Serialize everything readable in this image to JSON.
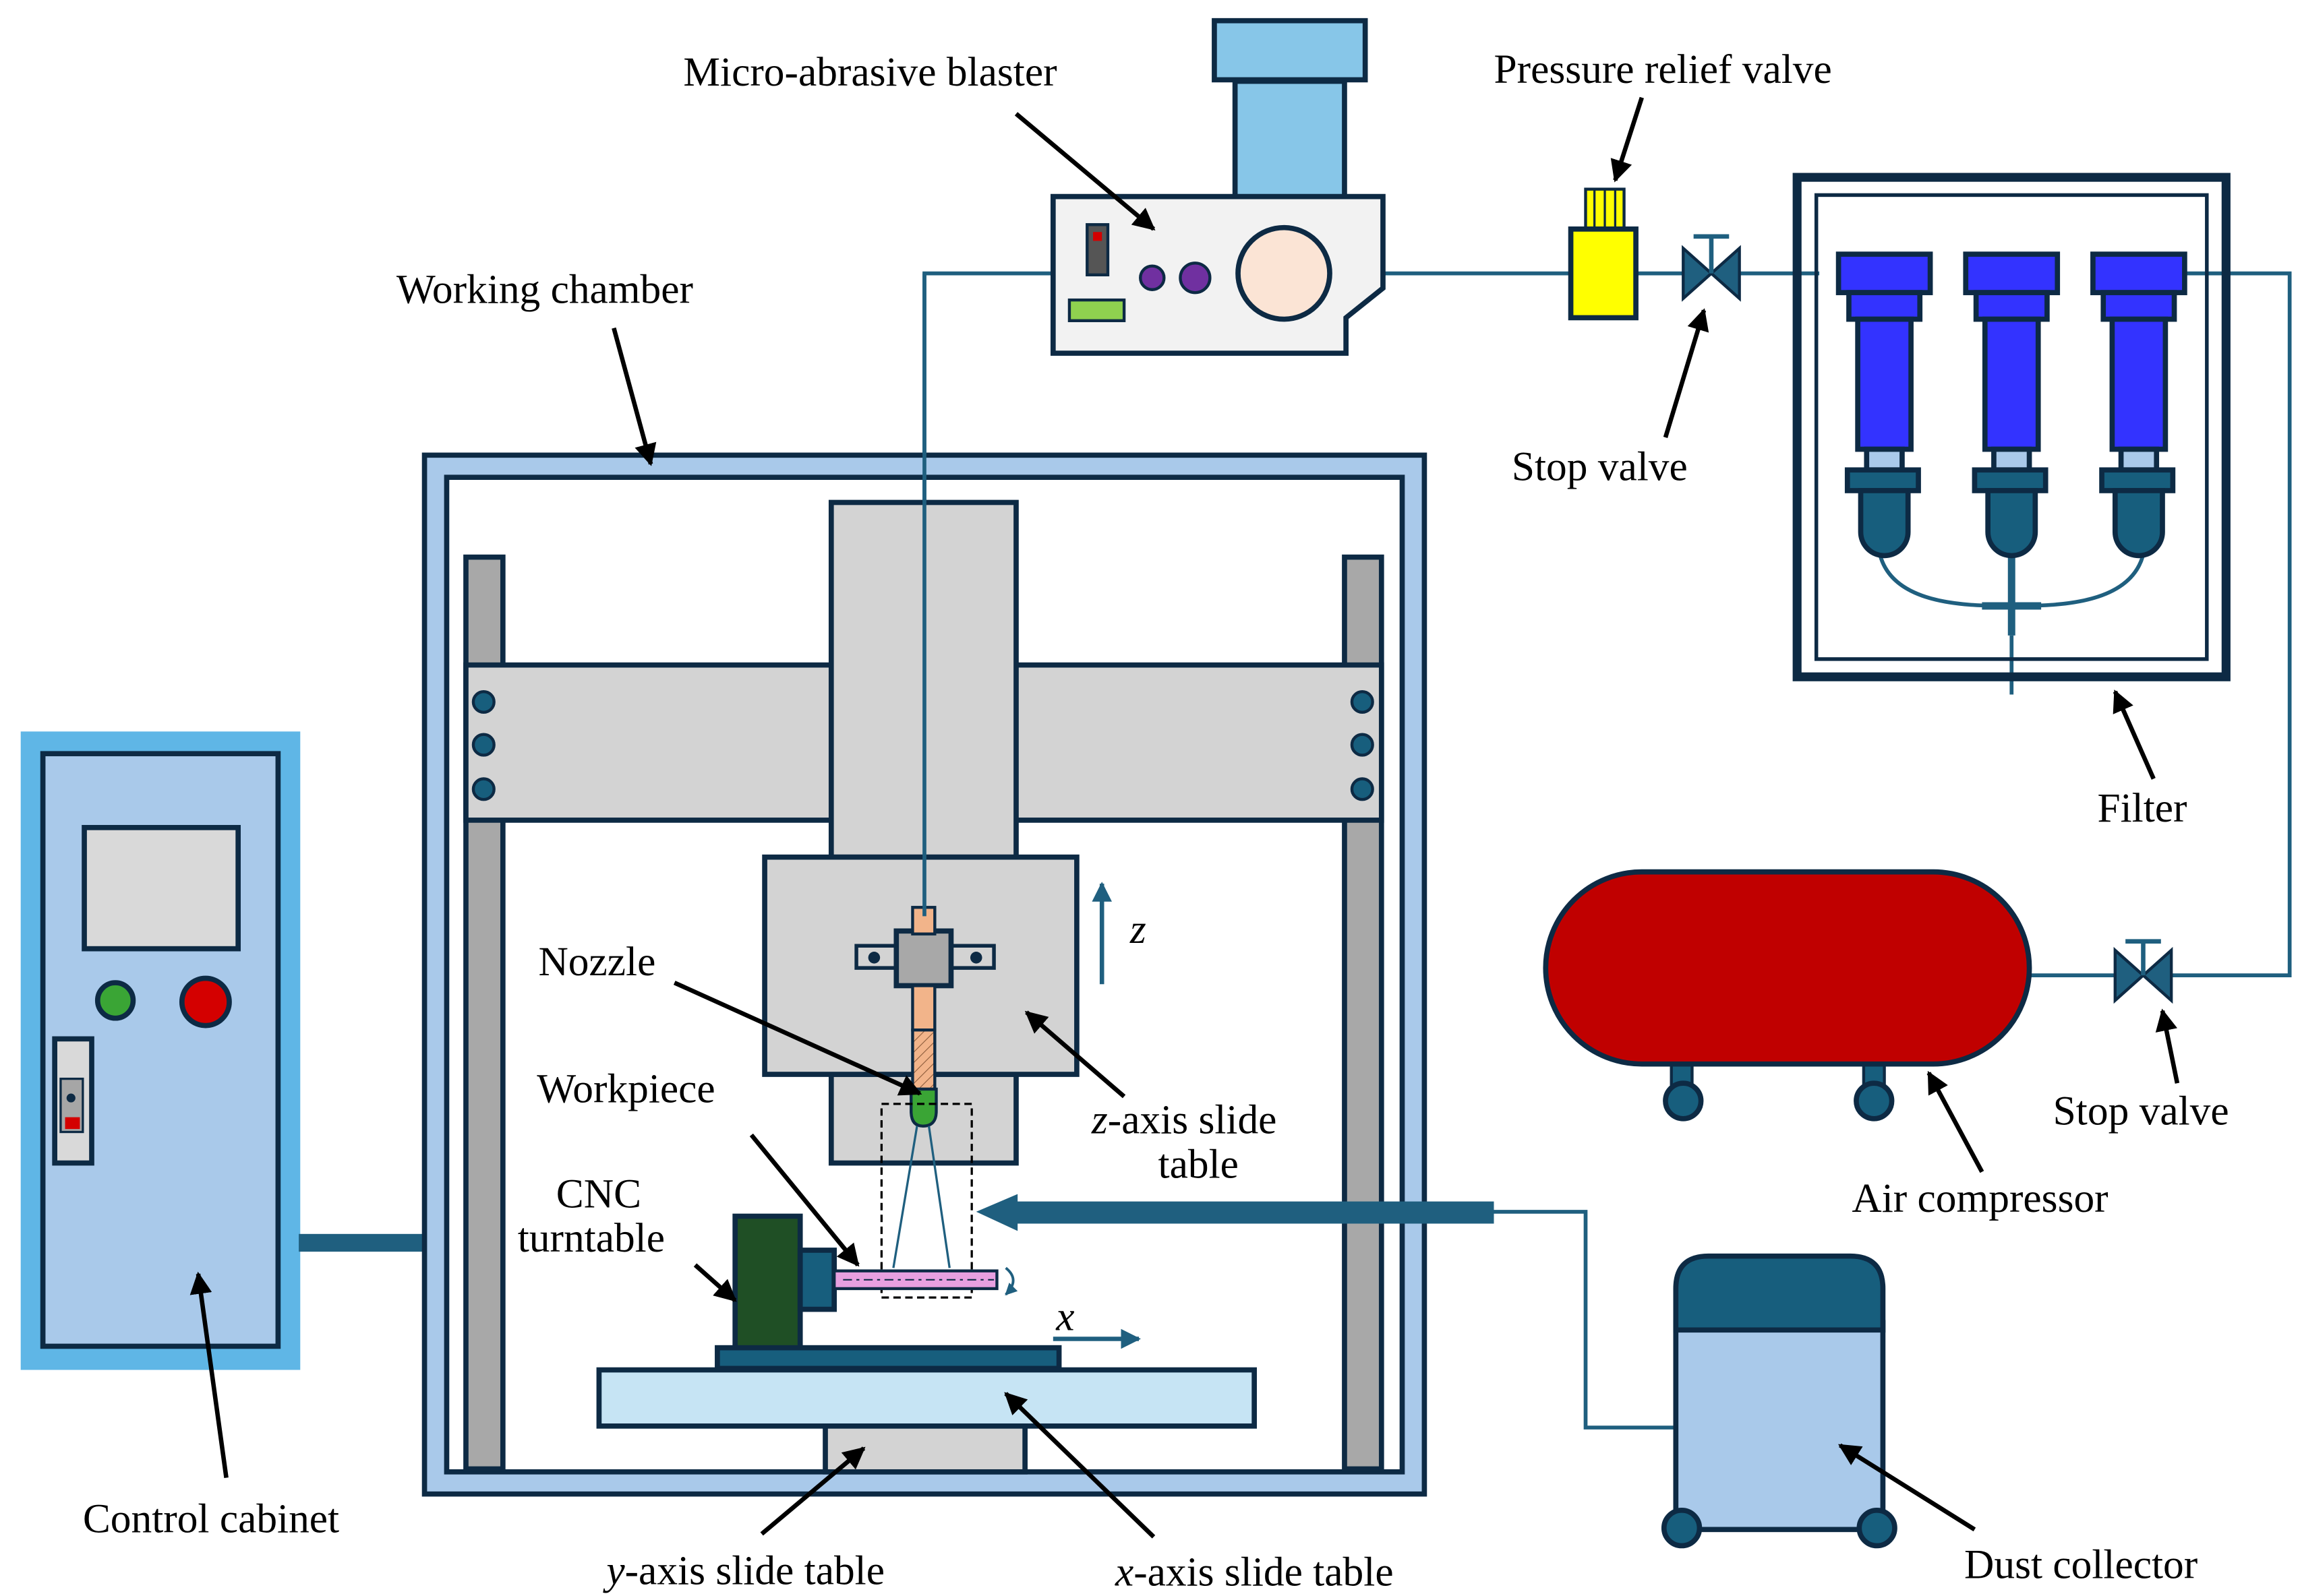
{
  "labels": {
    "micro_abrasive_blaster": "Micro-abrasive blaster",
    "pressure_relief_valve": "Pressure relief valve",
    "working_chamber": "Working chamber",
    "stop_valve_top": "Stop valve",
    "filter": "Filter",
    "nozzle": "Nozzle",
    "workpiece": "Workpiece",
    "cnc_line1": "CNC",
    "cnc_line2": "turntable",
    "z_axis_part1": "z",
    "z_axis_part2": "-axis slide",
    "z_axis_line2": "table",
    "z_arrow": "z",
    "x_arrow": "x",
    "stop_valve_right": "Stop valve",
    "air_compressor": "Air compressor",
    "control_cabinet": "Control cabinet",
    "y_axis_part1": "y",
    "y_axis_part2": "-axis slide table",
    "x_axis_part1": "x",
    "x_axis_part2": "-axis slide table",
    "dust_collector": "Dust collector"
  },
  "colors": {
    "chamber_frame": "#a9c9ea",
    "cabinet": "#a9c9ea",
    "cabinet_outer": "#5fb6e6",
    "gantry": "#d3d3d3",
    "column": "#a8a8a8",
    "blaster_body": "#f2f2f2",
    "hopper": "#87c6e8",
    "pressure_valve": "#ffff00",
    "filter_blue": "#3333ff",
    "filter_dark": "#175e7d",
    "compressor": "#c00000",
    "dust_collector_body": "#a9c9ea",
    "dust_collector_top": "#175e7d",
    "turntable": "#1f4f25",
    "workpiece": "#e8a0e0",
    "x_table": "#c6e4f4",
    "pipe": "#1f5f7f",
    "green_button": "#3aa535",
    "red_button": "#d40000"
  }
}
